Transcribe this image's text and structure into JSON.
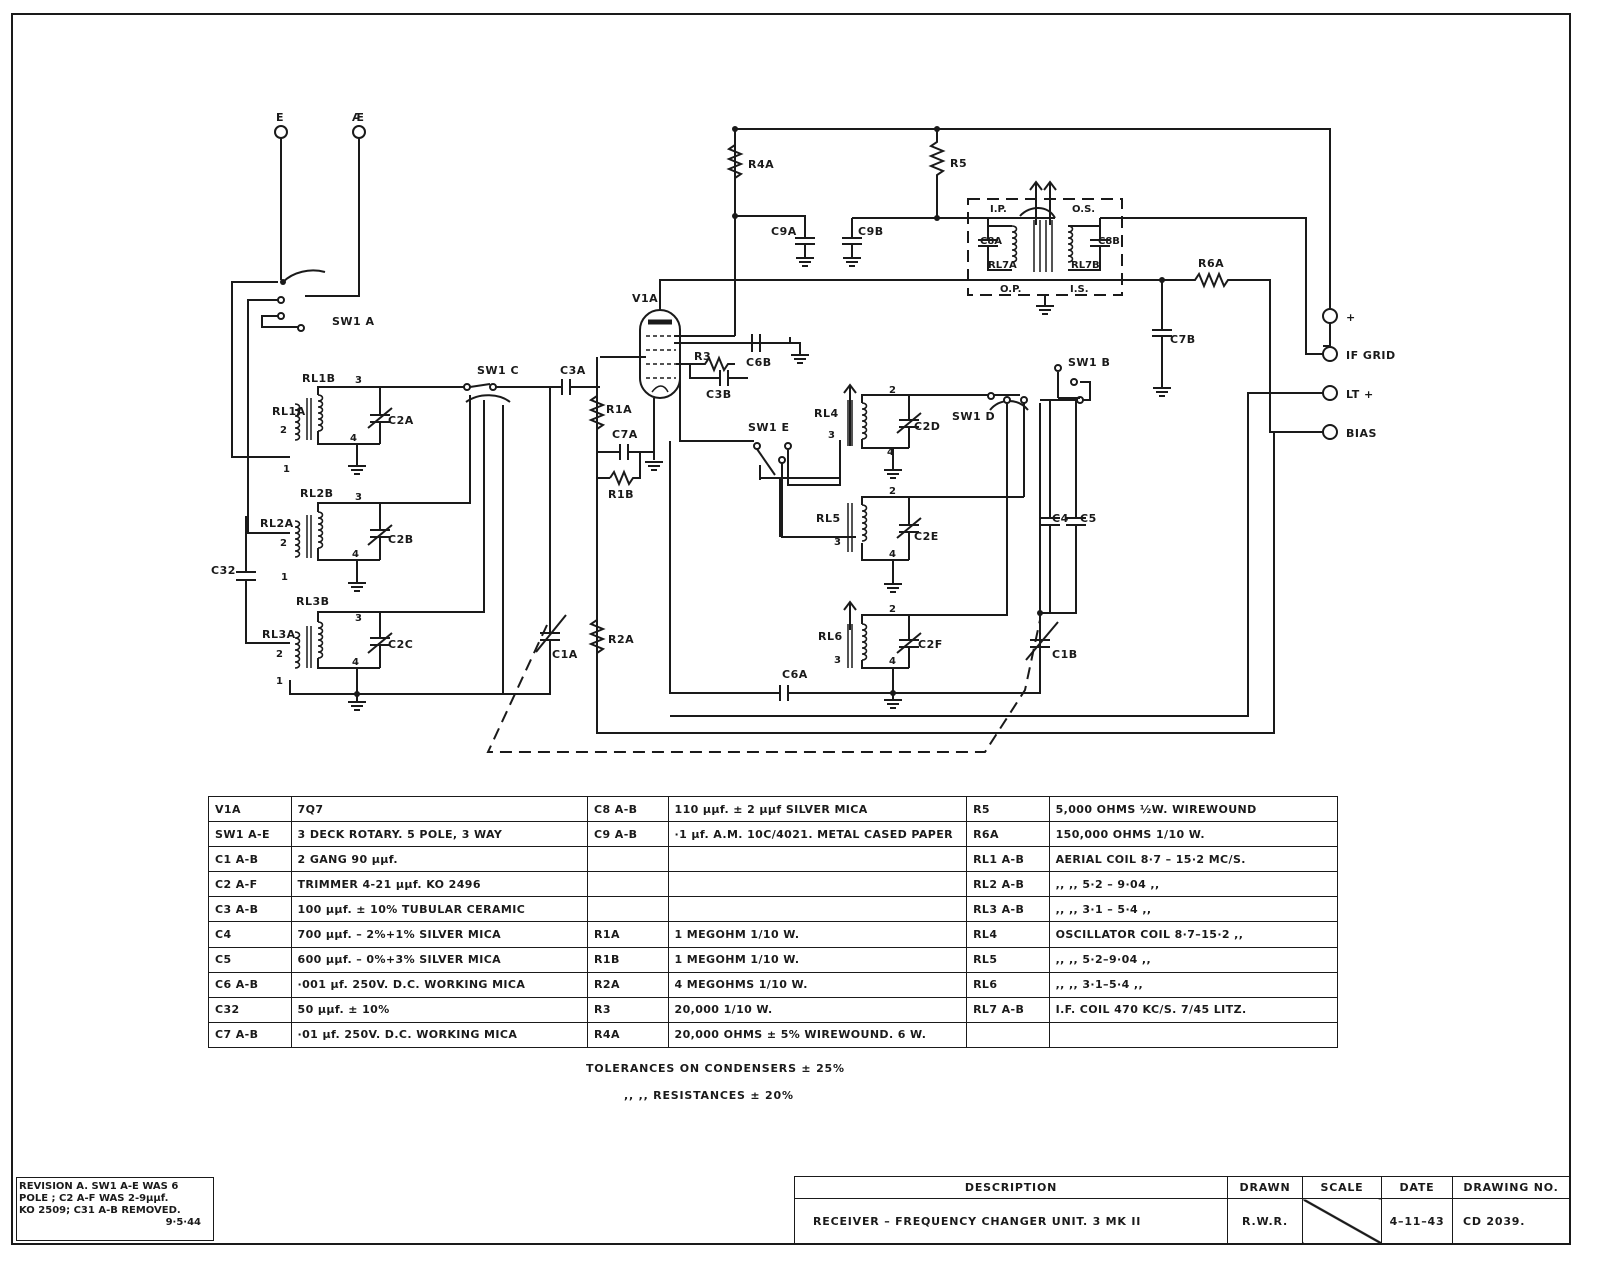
{
  "terminals": {
    "e": "E",
    "ae": "Æ",
    "plus": "+",
    "if_grid": "IF GRID",
    "lt_plus": "LT +",
    "bias": "BIAS"
  },
  "components": {
    "v1a": "V1A",
    "sw1a": "SW1 A",
    "sw1b": "SW1 B",
    "sw1c": "SW1 C",
    "sw1d": "SW1 D",
    "sw1e": "SW1 E",
    "rl1a": "RL1A",
    "rl1b": "RL1B",
    "rl2a": "RL2A",
    "rl2b": "RL2B",
    "rl3a": "RL3A",
    "rl3b": "RL3B",
    "rl4": "RL4",
    "rl5": "RL5",
    "rl6": "RL6",
    "rl7a": "RL7A",
    "rl7b": "RL7B",
    "c1a": "C1A",
    "c1b": "C1B",
    "c2a": "C2A",
    "c2b": "C2B",
    "c2c": "C2C",
    "c2d": "C2D",
    "c2e": "C2E",
    "c2f": "C2F",
    "c3a": "C3A",
    "c3b": "C3B",
    "c4": "C4",
    "c5": "C5",
    "c6a": "C6A",
    "c6b": "C6B",
    "c7a": "C7A",
    "c7b": "C7B",
    "c8a": "C8A",
    "c8b": "C8B",
    "c9a": "C9A",
    "c9b": "C9B",
    "c32": "C32",
    "r1a": "R1A",
    "r1b": "R1B",
    "r2a": "R2A",
    "r3": "R3",
    "r4a": "R4A",
    "r5": "R5",
    "r6a": "R6A",
    "ip": "I.P.",
    "os": "O.S.",
    "op": "O.P.",
    "is": "I.S.",
    "pin1": "1",
    "pin2": "2",
    "pin3": "3",
    "pin4": "4"
  },
  "parts_table": [
    [
      "V1A",
      "7Q7",
      "C8 A-B",
      "110 μμf. ± 2 μμf SILVER MICA",
      "R5",
      "5,000 OHMS ½W. WIREWOUND"
    ],
    [
      "SW1 A-E",
      "3 DECK ROTARY. 5 POLE, 3 WAY",
      "C9 A-B",
      "·1 μf. A.M. 10C/4021. METAL CASED PAPER",
      "R6A",
      "150,000 OHMS 1/10 W."
    ],
    [
      "C1 A-B",
      "2 GANG 90 μμf.",
      "",
      "",
      "RL1 A-B",
      "AERIAL COIL 8·7 – 15·2 MC/S."
    ],
    [
      "C2 A-F",
      "TRIMMER 4-21 μμf. KO 2496",
      "",
      "",
      "RL2 A-B",
      ",, ,, 5·2 – 9·04 ,,"
    ],
    [
      "C3 A-B",
      "100 μμf. ± 10% TUBULAR CERAMIC",
      "",
      "",
      "RL3 A-B",
      ",, ,, 3·1 – 5·4 ,,"
    ],
    [
      "C4",
      "700 μμf. – 2%+1% SILVER MICA",
      "R1A",
      "1 MEGOHM 1/10 W.",
      "RL4",
      "OSCILLATOR COIL 8·7–15·2 ,,"
    ],
    [
      "C5",
      "600 μμf. – 0%+3% SILVER MICA",
      "R1B",
      "1 MEGOHM 1/10 W.",
      "RL5",
      ",, ,, 5·2–9·04 ,,"
    ],
    [
      "C6 A-B",
      "·001 μf. 250V. D.C. WORKING MICA",
      "R2A",
      "4 MEGOHMS 1/10 W.",
      "RL6",
      ",, ,, 3·1–5·4 ,,"
    ],
    [
      "C32",
      "50 μμf. ± 10%",
      "R3",
      "20,000 1/10 W.",
      "RL7 A-B",
      "I.F. COIL 470 KC/S. 7/45 LITZ."
    ],
    [
      "C7 A-B",
      "·01 μf. 250V. D.C. WORKING MICA",
      "R4A",
      "20,000 OHMS ± 5% WIREWOUND. 6 W.",
      "",
      ""
    ]
  ],
  "notes": {
    "line1": "TOLERANCES ON CONDENSERS ± 25%",
    "line2": ",, ,, RESISTANCES ± 20%"
  },
  "revision": {
    "line1": "REVISION A. SW1 A-E WAS 6",
    "line2": "POLE ; C2 A-F WAS 2-9μμf.",
    "line3": "KO 2509; C31 A-B REMOVED.",
    "date": "9·5·44"
  },
  "title_block": {
    "description_label": "DESCRIPTION",
    "drawn_label": "DRAWN",
    "scale_label": "SCALE",
    "date_label": "DATE",
    "drawing_no_label": "DRAWING NO.",
    "description": "RECEIVER – FREQUENCY CHANGER UNIT. 3 MK II",
    "drawn": "R.W.R.",
    "date": "4–11–43",
    "drawing_no": "CD 2039."
  }
}
